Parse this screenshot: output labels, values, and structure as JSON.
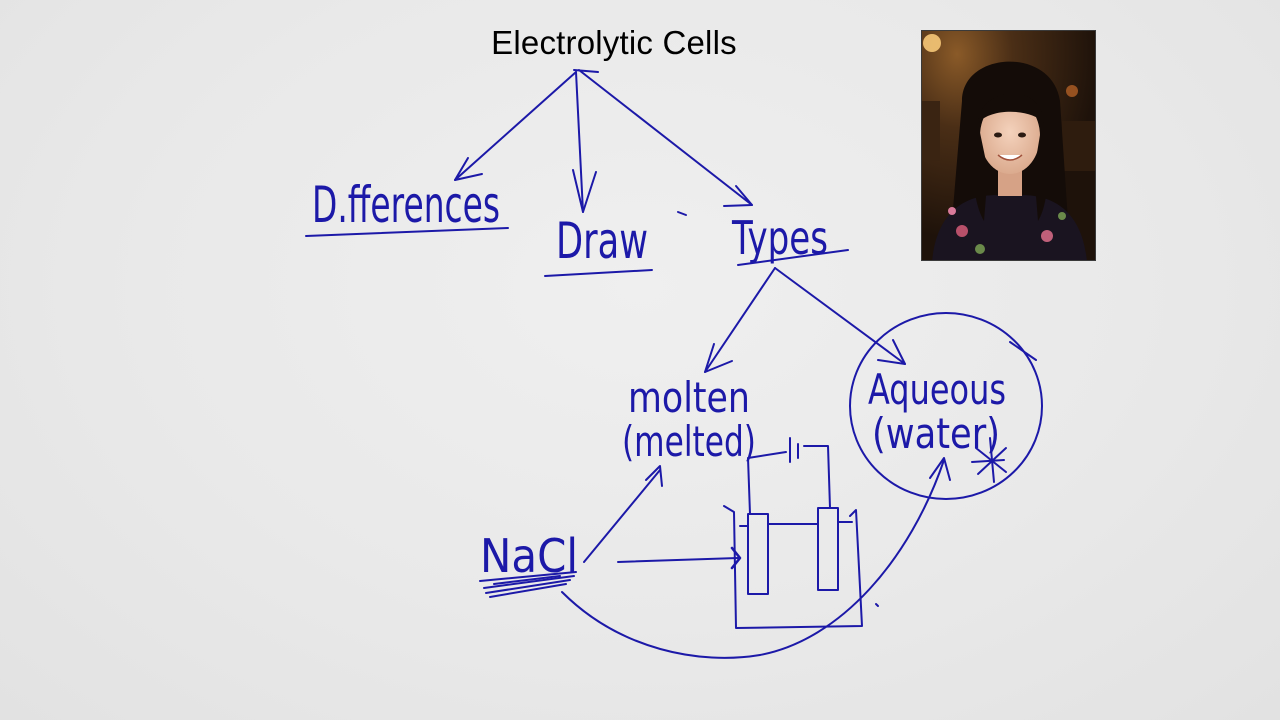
{
  "title": "Electrolytic Cells",
  "nodes": {
    "differences": "D.fferences",
    "draw": "Draw",
    "types": "Types",
    "molten": "molten",
    "melted": "(melted)",
    "aqueous": "Aqueous",
    "water": "(water)",
    "nacl": "NaCl"
  },
  "ink_color": "#1c19a8",
  "presenter": {
    "icon": "presenter-webcam"
  }
}
